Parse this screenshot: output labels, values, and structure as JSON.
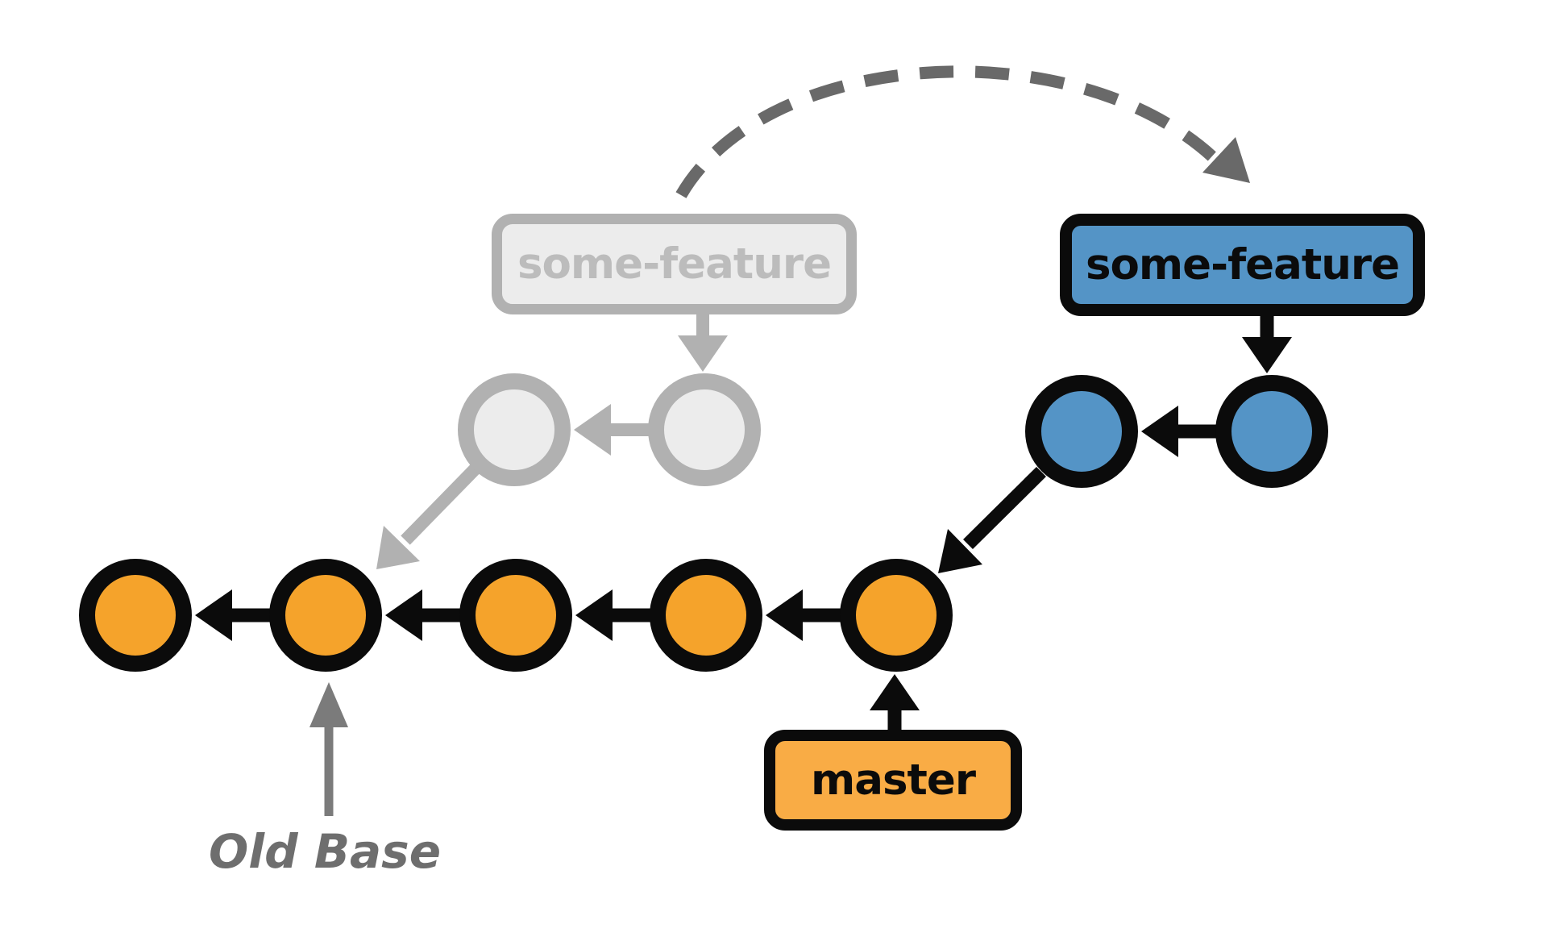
{
  "colors": {
    "background": "#FFFFFF",
    "ink": "#0B0B0B",
    "commit-orange": "#F5A32B",
    "label-orange": "#F9AC45",
    "commit-blue": "#5494C6",
    "ghost-fill": "#ECECEC",
    "ghost-stroke": "#B1B1B1",
    "ghost-text": "#BCBCBC",
    "dash-gray": "#696969",
    "annotation-gray": "#7B7B7B",
    "annotation-text": "#6E6E6E"
  },
  "labels": {
    "ghost_branch": "some-feature",
    "rebased_branch": "some-feature",
    "master_branch": "master",
    "old_base": "Old Base"
  },
  "graph": {
    "type": "git-commit-graph",
    "master_commit_count": 5,
    "ghost_feature_commit_count": 2,
    "rebased_feature_commit_count": 2,
    "ghost_feature_base": "second commit of master (Old Base)",
    "rebased_feature_base": "fifth commit of master (tip)",
    "rebase_move": "dashed arrow from faded some-feature label to new some-feature label"
  }
}
